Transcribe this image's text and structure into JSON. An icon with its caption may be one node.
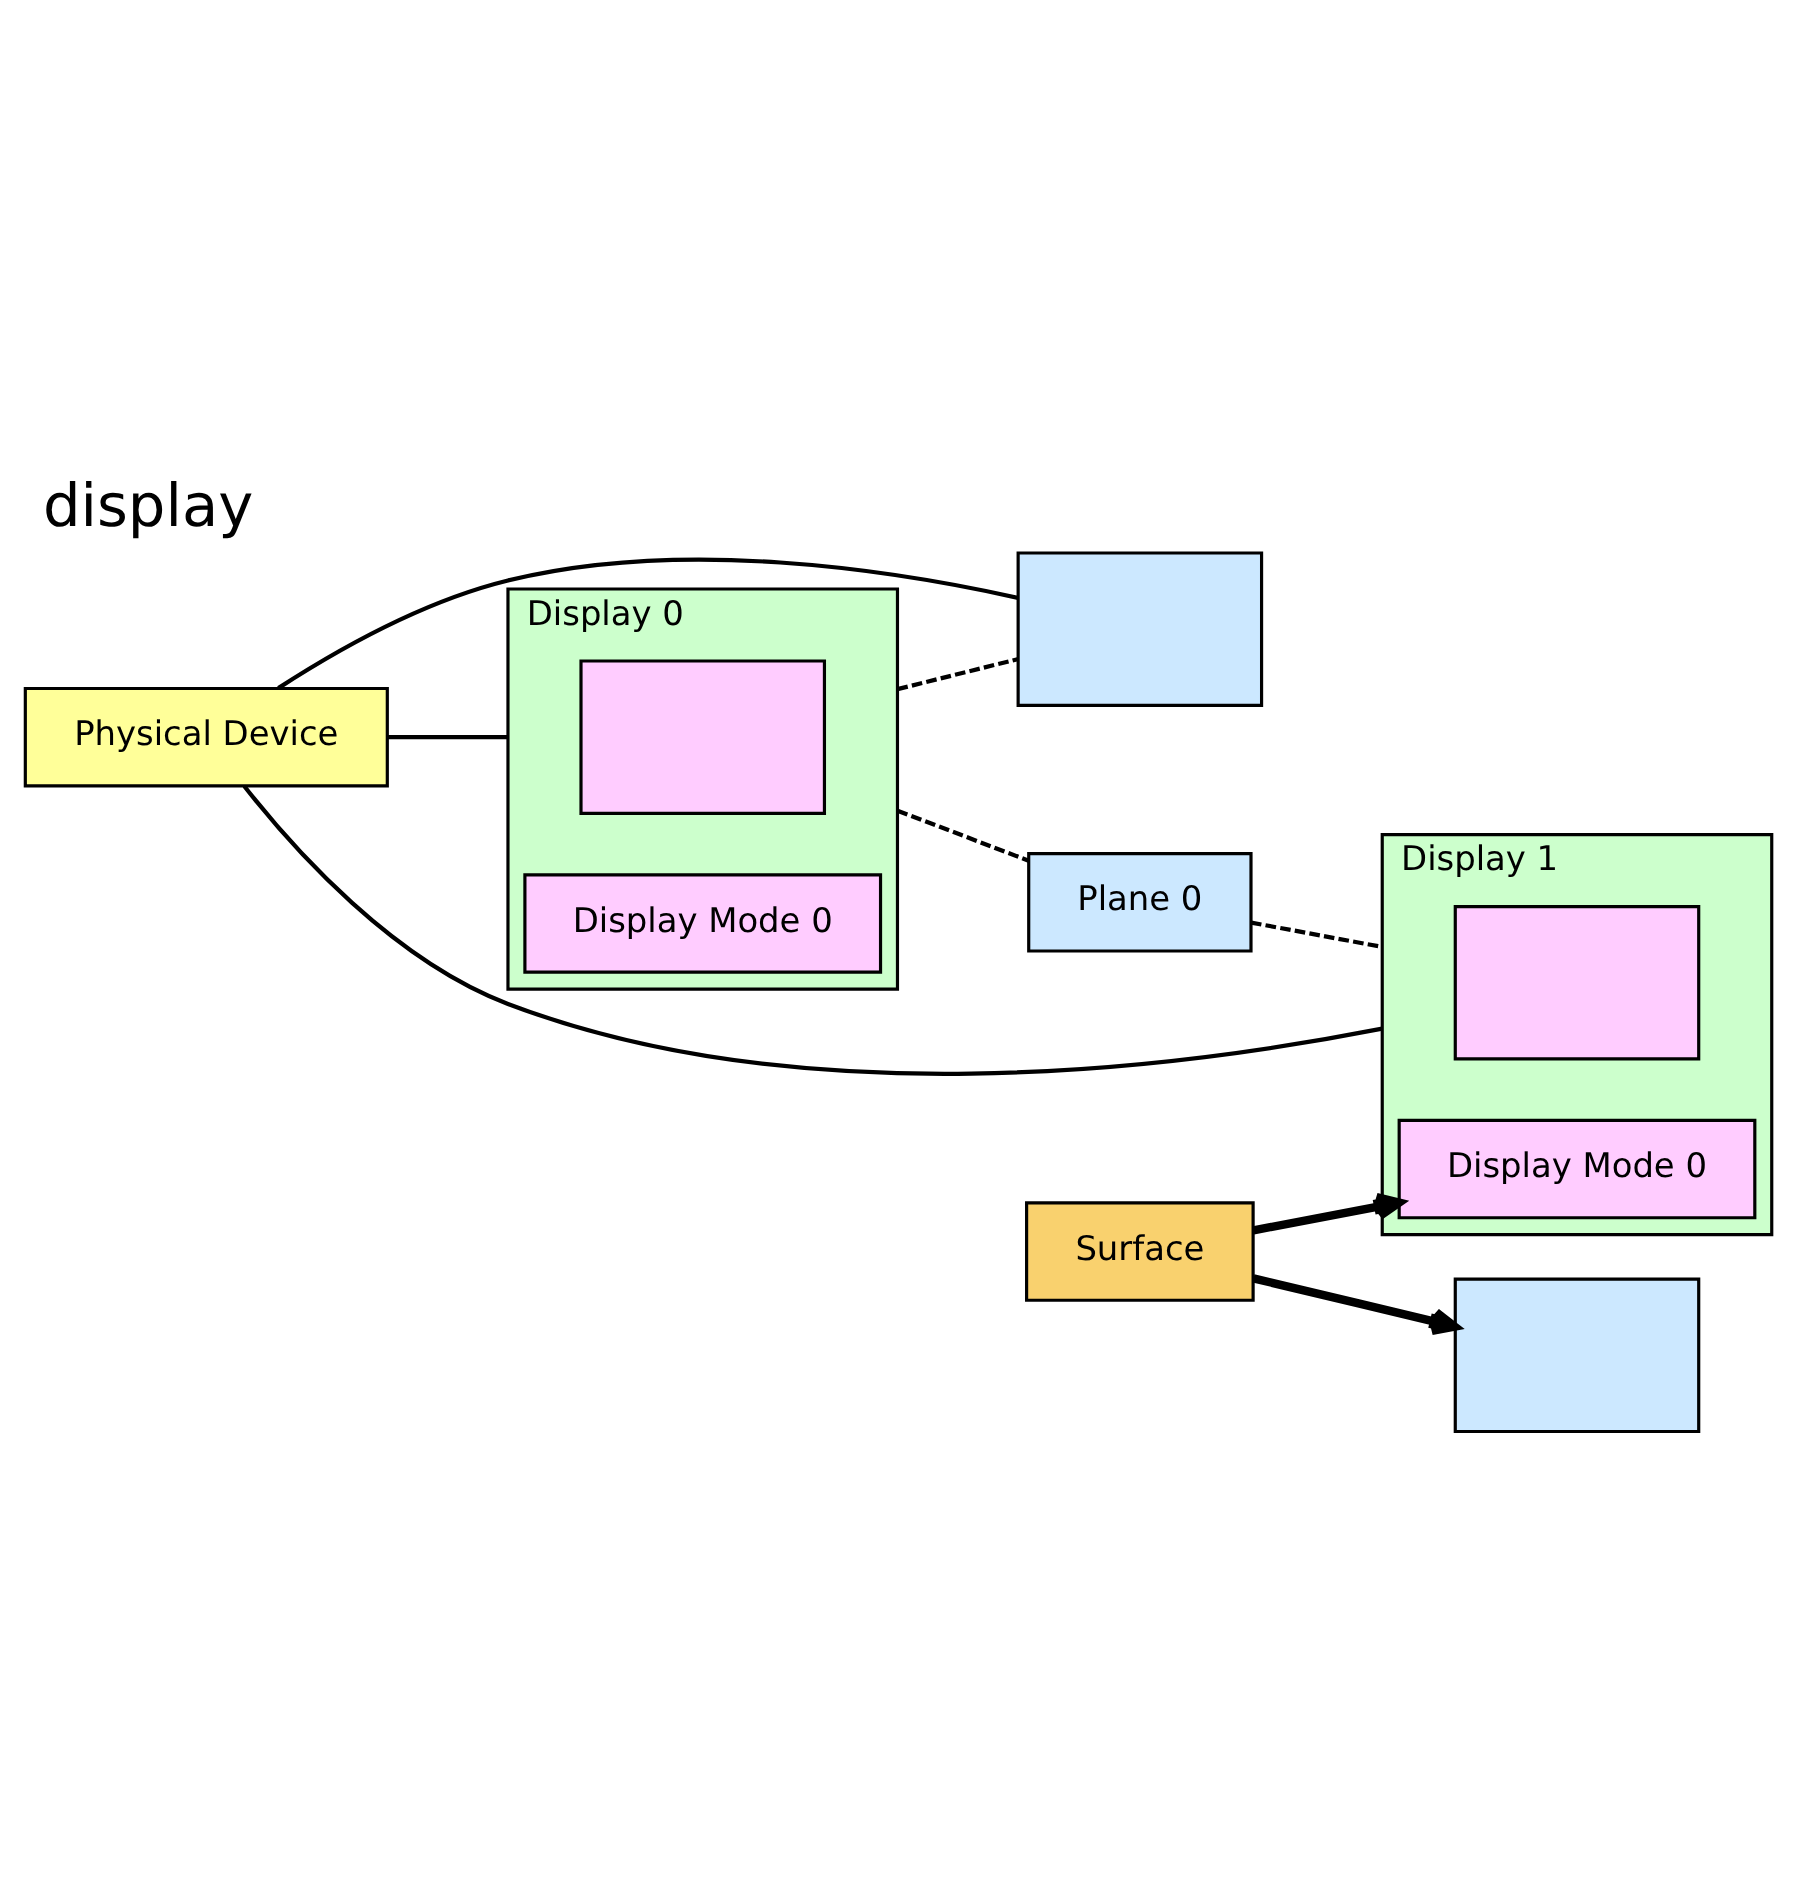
{
  "diagram": {
    "title": "display",
    "nodes": [
      {
        "text": [
          "Display 0"
        ]
      },
      {
        "text": [],
        "shape": "box",
        "in": 0
      },
      {
        "text": [
          "Display Mode 0"
        ],
        "in": 0
      },
      {
        "text": [
          "Physical Device"
        ]
      },
      {
        "text": [],
        "shape": "box"
      },
      {
        "text": [],
        "shape": "box"
      },
      {
        "text": [
          "Plane 0"
        ]
      },
      {
        "text": [
          "Surface"
        ]
      },
      {
        "text": [
          "Display 1"
        ]
      },
      {
        "text": [],
        "shape": "box",
        "in": 8
      },
      {
        "text": [
          "Display Mode 0"
        ],
        "in": 8
      }
    ],
    "edges": [
      {
        "from": 3,
        "to": 0,
        "arrow": "none"
      },
      {
        "from": 3,
        "to": 4,
        "arrow": "none"
      },
      {
        "from": 3,
        "to": 8,
        "arrow": "none"
      },
      {
        "from": 0,
        "to": 4,
        "arrow": "none",
        "style": "dashed"
      },
      {
        "from": 0,
        "to": 6,
        "arrow": "none",
        "style": "dashed"
      },
      {
        "from": 6,
        "to": 8,
        "arrow": "none",
        "style": "dashed"
      },
      {
        "from": 7,
        "to": 5,
        "arrow": "to",
        "style": "thick"
      },
      {
        "from": 7,
        "to": 10,
        "arrow": "to",
        "style": "thick"
      }
    ]
  }
}
